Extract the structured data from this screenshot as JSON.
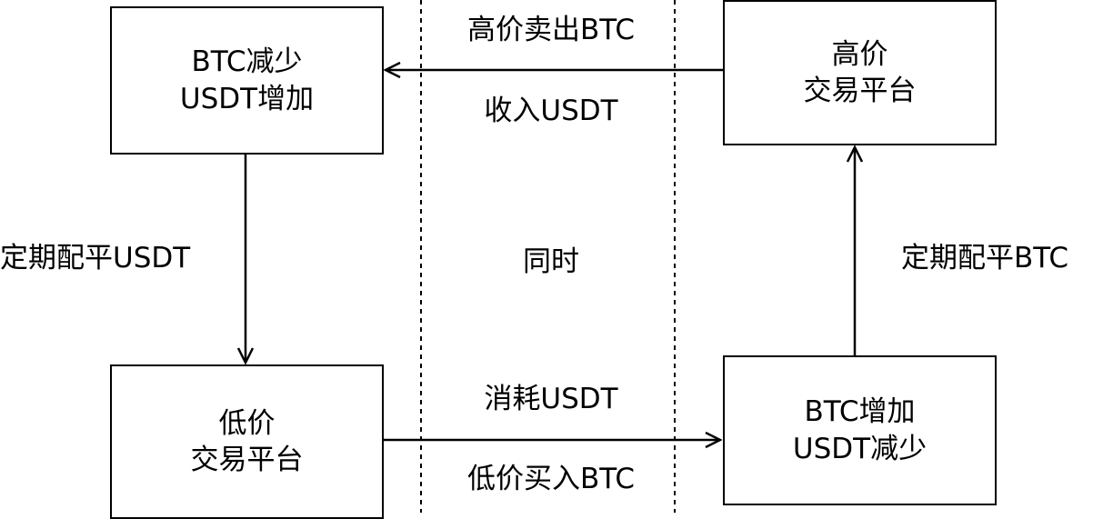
{
  "boxes": {
    "top_left": {
      "line1": "BTC减少",
      "line2": "USDT增加"
    },
    "top_right": {
      "line1": "高价",
      "line2": "交易平台"
    },
    "bottom_left": {
      "line1": "低价",
      "line2": "交易平台"
    },
    "bottom_right": {
      "line1": "BTC增加",
      "line2": "USDT减少"
    }
  },
  "labels": {
    "sell_high": "高价卖出BTC",
    "receive_usdt": "收入USDT",
    "simultaneous": "同时",
    "consume_usdt": "消耗USDT",
    "buy_low": "低价买入BTC",
    "rebalance_usdt": "定期配平USDT",
    "rebalance_btc": "定期配平BTC"
  }
}
